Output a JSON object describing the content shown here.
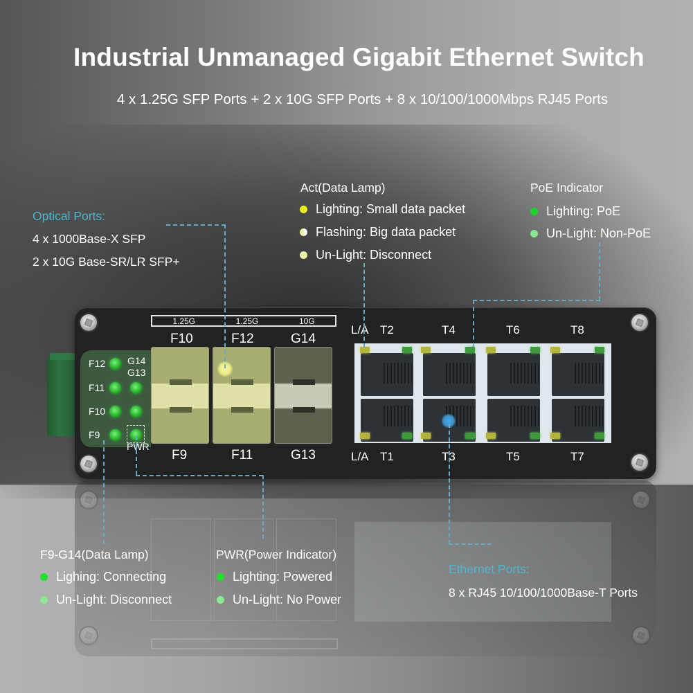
{
  "header": {
    "title": "Industrial Unmanaged Gigabit Ethernet Switch",
    "subtitle": "4 x 1.25G SFP Ports + 2 x 10G SFP Ports + 8 x 10/100/1000Mbps RJ45 Ports"
  },
  "callouts": {
    "optical_ports": {
      "heading": "Optical Ports:",
      "lines": [
        "4 x 1000Base-X SFP",
        "2 x 10G Base-SR/LR SFP+"
      ]
    },
    "act_data_lamp": {
      "heading": "Act(Data Lamp)",
      "items": [
        {
          "label": "Lighting: Small data packet",
          "color": "#e8f01e"
        },
        {
          "label": "Flashing: Big data packet",
          "color": "#f4f6c4"
        },
        {
          "label": "Un-Light: Disconnect",
          "color": "#eef3a8"
        }
      ]
    },
    "poe_indicator": {
      "heading": "PoE Indicator",
      "items": [
        {
          "label": "Lighting: PoE",
          "color": "#1bd52b"
        },
        {
          "label": "Un-Light: Non-PoE",
          "color": "#86e88e"
        }
      ]
    },
    "f9_g14_data_lamp": {
      "heading": "F9-G14(Data Lamp)",
      "items": [
        {
          "label": "Lighing: Connecting",
          "color": "#1fe02c"
        },
        {
          "label": "Un-Light: Disconnect",
          "color": "#8aeb92"
        }
      ]
    },
    "pwr_indicator": {
      "heading": "PWR(Power Indicator)",
      "items": [
        {
          "label": "Lighting: Powered",
          "color": "#1fe02c"
        },
        {
          "label": "Un-Light: No Power",
          "color": "#8aeb92"
        }
      ]
    },
    "ethernet_ports": {
      "heading": "Ethernet Ports:",
      "lines": [
        "8 x RJ45 10/100/1000Base-T Ports"
      ]
    }
  },
  "device": {
    "led_panel": {
      "left_labels": [
        "F12",
        "F11",
        "F10",
        "F9"
      ],
      "right_labels": [
        "G14",
        "G13"
      ],
      "pwr_label": "PWR"
    },
    "sfp": {
      "speed_labels": [
        "1.25G",
        "1.25G",
        "10G"
      ],
      "top_labels": [
        "F10",
        "F12",
        "G14"
      ],
      "bottom_labels": [
        "F9",
        "F11",
        "G13"
      ]
    },
    "rj45": {
      "top_prefix": "L/A",
      "bottom_prefix": "L/A",
      "top_labels": [
        "T2",
        "T4",
        "T6",
        "T8"
      ],
      "bottom_labels": [
        "T1",
        "T3",
        "T5",
        "T7"
      ]
    }
  },
  "colors": {
    "accent_cyan": "#4fb5cf",
    "leader_line": "#6aa9c4",
    "switch_body": "#222222"
  }
}
